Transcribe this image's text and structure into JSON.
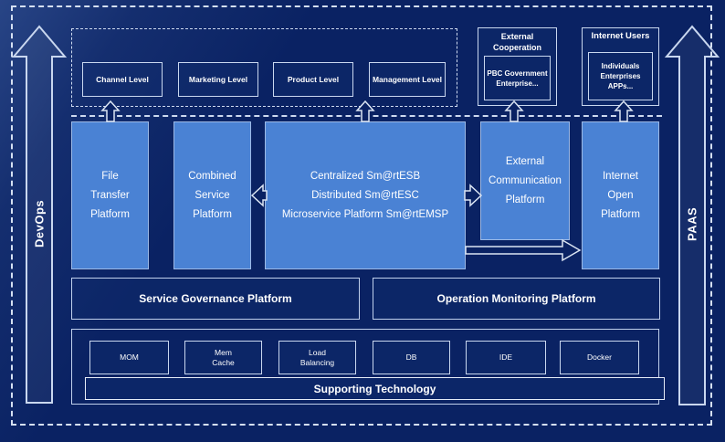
{
  "colors": {
    "background": "#0a2263",
    "platform_blue": "#4a82d4",
    "border_light": "#c9d7ef",
    "text": "#ffffff"
  },
  "rails": {
    "left_label": "DevOps",
    "right_label": "PAAS"
  },
  "levels": {
    "items": [
      "Channel Level",
      "Marketing Level",
      "Product Level",
      "Management Level"
    ]
  },
  "external_cooperation": {
    "title": "External Cooperation",
    "member": "PBC Government\nEnterprise..."
  },
  "internet_users": {
    "title": "Internet Users",
    "member": "Individuals\nEnterprises\nAPPs..."
  },
  "middle_platforms": {
    "file_transfer": "File\nTransfer\nPlatform",
    "combined_service": "Combined\nService\nPlatform",
    "central": "Centralized Sm@rtESB\nDistributed Sm@rtESC\nMicroservice Platform Sm@rtEMSP",
    "external_communication": "External\nCommunication\nPlatform",
    "internet_open": "Internet\nOpen\nPlatform"
  },
  "governance_row": {
    "service_governance": "Service Governance Platform",
    "operation_monitoring": "Operation Monitoring Platform"
  },
  "supporting": {
    "technologies": [
      "MOM",
      "Mem\nCache",
      "Load\nBalancing",
      "DB",
      "IDE",
      "Docker"
    ],
    "banner": "Supporting Technology"
  }
}
